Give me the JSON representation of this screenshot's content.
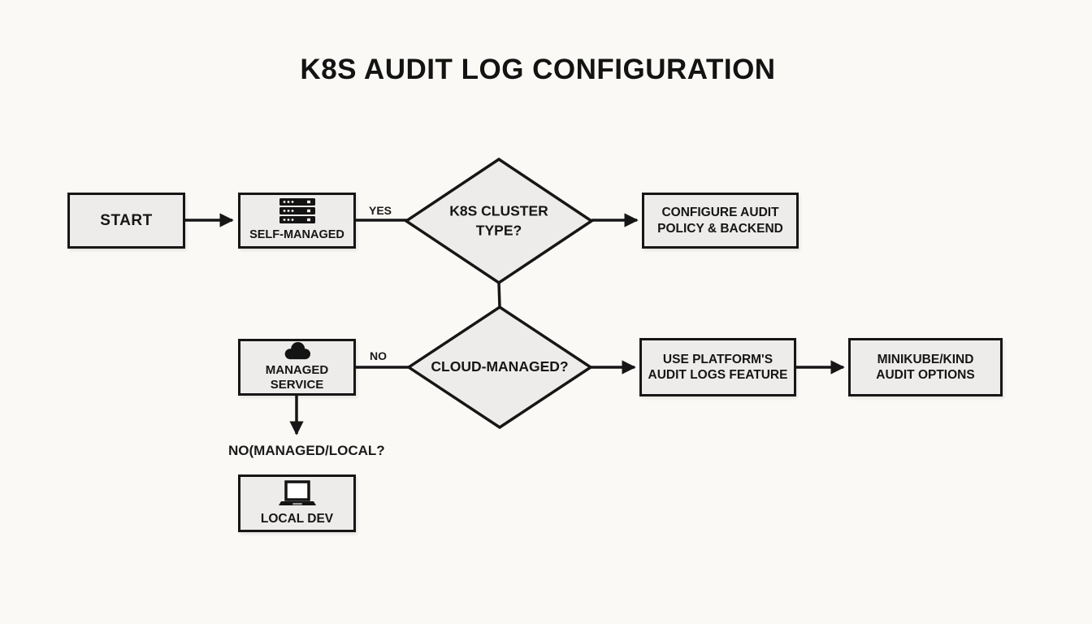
{
  "title": "K8S AUDIT LOG CONFIGURATION",
  "colors": {
    "background": "#faf9f6",
    "node_fill": "#edecea",
    "node_border": "#161616",
    "line": "#161616"
  },
  "nodes": {
    "start": {
      "label": "START"
    },
    "self_managed": {
      "label": "SELF-MANAGED",
      "icon": "server-icon"
    },
    "cluster_type": {
      "lines": [
        "K8S CLUSTER",
        "TYPE?"
      ]
    },
    "configure_audit": {
      "lines": [
        "CONFIGURE AUDIT",
        "POLICY & BACKEND"
      ]
    },
    "managed_service": {
      "label": "MANAGED SERVICE",
      "icon": "cloud-icon"
    },
    "cloud_managed": {
      "label": "CLOUD-MANAGED?"
    },
    "use_platform": {
      "lines": [
        "USE PLATFORM'S",
        "AUDIT LOGS FEATURE"
      ]
    },
    "minikube_kind": {
      "lines": [
        "MINIKUBE/KIND",
        "AUDIT OPTIONS"
      ]
    },
    "local_dev": {
      "label": "LOCAL DEV",
      "icon": "laptop-icon"
    }
  },
  "edge_labels": {
    "yes": "YES",
    "no": "NO",
    "no_managed_local": "NO(MANAGED/LOCAL?"
  }
}
